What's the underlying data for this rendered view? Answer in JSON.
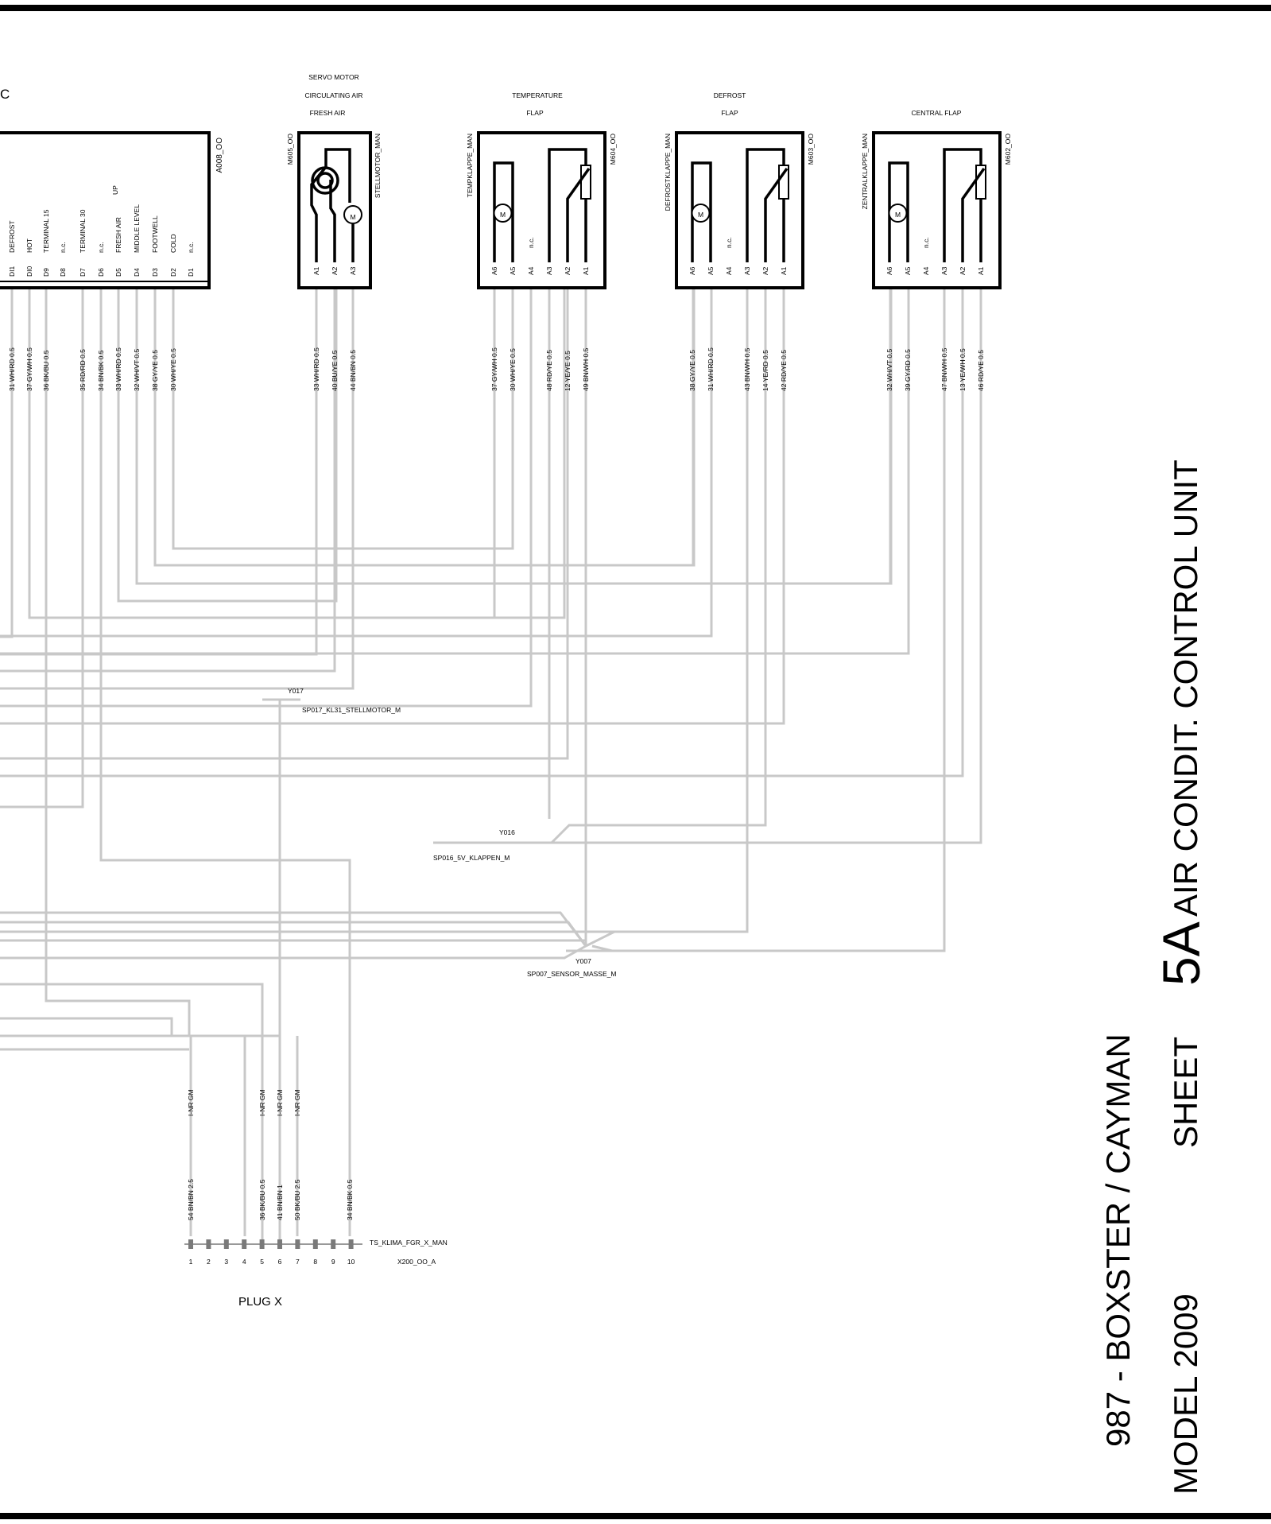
{
  "page_header": {
    "partial_label": "C"
  },
  "modules": {
    "ecu": {
      "id": "A008_OO",
      "pins": [
        {
          "pin": "DI1",
          "fn": "DEFROST"
        },
        {
          "pin": "DI0",
          "fn": "HOT"
        },
        {
          "pin": "D9",
          "fn": "TERMINAL 15"
        },
        {
          "pin": "D8",
          "fn": "n.c."
        },
        {
          "pin": "D7",
          "fn": "TERMINAL 30"
        },
        {
          "pin": "D6",
          "fn": "n.c."
        },
        {
          "pin": "D5",
          "fn": "FRESH AIR"
        },
        {
          "pin": "D4",
          "fn": "MIDDLE LEVEL"
        },
        {
          "pin": "D3",
          "fn": "FOOTWELL"
        },
        {
          "pin": "D2",
          "fn": "COLD"
        },
        {
          "pin": "D1",
          "fn": "n.c."
        }
      ],
      "extra_label": "UP",
      "wires": [
        "31 WH/RD 0.5",
        "37 GY/WH 0.5",
        "36 BK/BU 0.5",
        "35 RD/RD 0.5",
        "34 BN/BK 0.5",
        "33 WH/RD 0.5",
        "32 WH/VT 0.5",
        "38 GY/YE 0.5",
        "30 WH/YE 0.5"
      ]
    },
    "m605": {
      "title_lines": [
        "SERVO MOTOR",
        "CIRCULATING AIR",
        "FRESH AIR"
      ],
      "id": "M605_OO",
      "side_label": "STELLMOTOR_MAN",
      "pins": [
        "A1",
        "A2",
        "A3"
      ],
      "wires": [
        "33 WH/RD 0.5",
        "40 BU/YE 0.5",
        "44 BN/BN 0.5"
      ]
    },
    "m604": {
      "title_lines": [
        "TEMPERATURE",
        "FLAP"
      ],
      "id": "M604_OO",
      "side_label": "TEMPKLAPPE_MAN",
      "pins": [
        "A6",
        "A5",
        "A4",
        "A3",
        "A2",
        "A1"
      ],
      "nc_label": "n.c.",
      "wires": [
        "37 GY/WH 0.5",
        "30 WH/YE 0.5",
        "48 RD/YE 0.5",
        "12 YE/YE 0.5",
        "49 BN/WH 0.5"
      ]
    },
    "m603": {
      "title_lines": [
        "DEFROST",
        "FLAP"
      ],
      "id": "M603_OO",
      "side_label": "DEFROSTKLAPPE_MAN",
      "pins": [
        "A6",
        "A5",
        "A4",
        "A3",
        "A2",
        "A1"
      ],
      "nc_label": "n.c.",
      "wires": [
        "38 GY/YE 0.5",
        "31 WH/RD 0.5",
        "43 BN/WH 0.5",
        "14 YE/RD 0.5",
        "42 RD/YE 0.5"
      ]
    },
    "m602": {
      "title_lines": [
        "CENTRAL FLAP"
      ],
      "id": "M602_OO",
      "side_label": "ZENTRALKLAPPE_MAN",
      "pins": [
        "A6",
        "A5",
        "A4",
        "A3",
        "A2",
        "A1"
      ],
      "nc_label": "n.c.",
      "wires": [
        "32 WH/VT 0.5",
        "39 GY/RD 0.5",
        "47 BN/WH 0.5",
        "13 YE/WH 0.5",
        "46 RD/YE 0.5"
      ]
    },
    "motor_symbol_label": "M"
  },
  "splices": {
    "y017": {
      "id": "Y017",
      "name": "SP017_KL31_STELLMOTOR_M"
    },
    "y016": {
      "id": "Y016",
      "name": "SP016_5V_KLAPPEN_M"
    },
    "y007": {
      "id": "Y007",
      "name": "SP007_SENSOR_MASSE_M"
    }
  },
  "plug": {
    "name": "TS_KLIMA_FGR_X_MAN",
    "id": "X200_OO_A",
    "title": "PLUG X",
    "pins": [
      "1",
      "2",
      "3",
      "4",
      "5",
      "6",
      "7",
      "8",
      "9",
      "10"
    ],
    "gm_label": "I-NR GM",
    "wires": [
      "54 BN/BN 2.5",
      "36 BK/BU 0.5",
      "41 BN/BN 1",
      "50 BK/BU 2.5",
      "34 BN/BK 0.5"
    ]
  },
  "title_block": {
    "vehicle": "987 - BOXSTER / CAYMAN",
    "model": "MODEL 2009",
    "sheet_label": "SHEET",
    "sheet_number": "5A",
    "sheet_title": "AIR CONDIT. CONTROL UNIT"
  }
}
